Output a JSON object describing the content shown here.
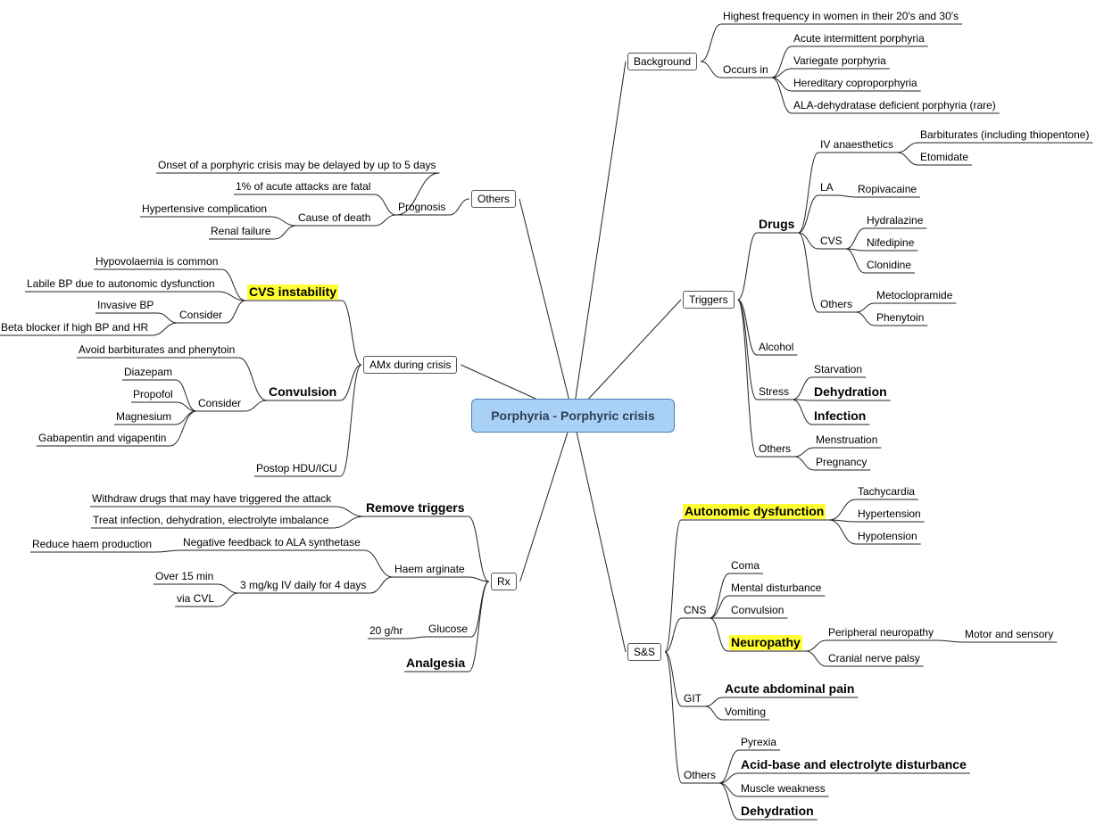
{
  "root": "Porphyria - Porphyric crisis",
  "labels": {
    "bg": "Background",
    "bg_freq": "Highest frequency in women in their 20's and 30's",
    "bg_occ": "Occurs in",
    "bg_o1": "Acute intermittent porphyria",
    "bg_o2": "Variegate porphyria",
    "bg_o3": "Hereditary coproporphyria",
    "bg_o4": "ALA-dehydratase deficient porphyria (rare)",
    "oth": "Others",
    "prog": "Prognosis",
    "prog_onset": "Onset of a porphyric crisis may be delayed by up to 5 days",
    "prog_fatal": "1% of acute attacks are fatal",
    "prog_cod": "Cause of death",
    "prog_htn": "Hypertensive complication",
    "prog_renal": "Renal failure",
    "amx": "AMx during crisis",
    "cvs": "CVS instability",
    "cvs_hypo": "Hypovolaemia is common",
    "cvs_labile": "Labile BP due to autonomic dysfunction",
    "cvs_consider": "Consider",
    "cvs_ibp": "Invasive BP",
    "cvs_bb": "Beta blocker if high BP and HR",
    "conv": "Convulsion",
    "conv_avoid": "Avoid barbiturates and phenytoin",
    "conv_consider": "Consider",
    "conv_diaz": "Diazepam",
    "conv_prop": "Propofol",
    "conv_mag": "Magnesium",
    "conv_gaba": "Gabapentin and vigapentin",
    "postop": "Postop HDU/ICU",
    "rx": "Rx",
    "rem": "Remove triggers",
    "rem_w": "Withdraw drugs that may have triggered the attack",
    "rem_t": "Treat infection, dehydration, electrolyte imbalance",
    "haem": "Haem arginate",
    "haem_nf": "Negative feedback to ALA synthetase",
    "haem_red": "Reduce haem production",
    "haem_dose": "3 mg/kg IV daily for 4 days",
    "haem_15": "Over 15 min",
    "haem_cvl": "via CVL",
    "glu": "Glucose",
    "glu_20": "20 g/hr",
    "analg": "Analgesia",
    "trig": "Triggers",
    "drugs": "Drugs",
    "iva": "IV anaesthetics",
    "iva_barb": "Barbiturates (including thiopentone)",
    "iva_eto": "Etomidate",
    "la": "LA",
    "la_rop": "Ropivacaine",
    "cvsd": "CVS",
    "cvsd_hyd": "Hydralazine",
    "cvsd_nif": "Nifedipine",
    "cvsd_clo": "Clonidine",
    "dothers": "Others",
    "dothers_met": "Metoclopramide",
    "dothers_phe": "Phenytoin",
    "alc": "Alcohol",
    "stress": "Stress",
    "stress_starv": "Starvation",
    "stress_dehyd": "Dehydration",
    "stress_inf": "Infection",
    "tothers": "Others",
    "tothers_men": "Menstruation",
    "tothers_preg": "Pregnancy",
    "ss": "S&S",
    "auto": "Autonomic dysfunction",
    "auto_tachy": "Tachycardia",
    "auto_htn": "Hypertension",
    "auto_hypo": "Hypotension",
    "cns": "CNS",
    "cns_coma": "Coma",
    "cns_mental": "Mental disturbance",
    "cns_conv": "Convulsion",
    "neuro": "Neuropathy",
    "neuro_per": "Peripheral neuropathy",
    "neuro_ms": "Motor and sensory",
    "neuro_cran": "Cranial nerve palsy",
    "git": "GIT",
    "git_abd": "Acute abdominal pain",
    "git_vom": "Vomiting",
    "sothers": "Others",
    "sothers_pyr": "Pyrexia",
    "sothers_acid": "Acid-base and electrolyte disturbance",
    "sothers_mw": "Muscle weakness",
    "sothers_dehyd": "Dehydration"
  }
}
